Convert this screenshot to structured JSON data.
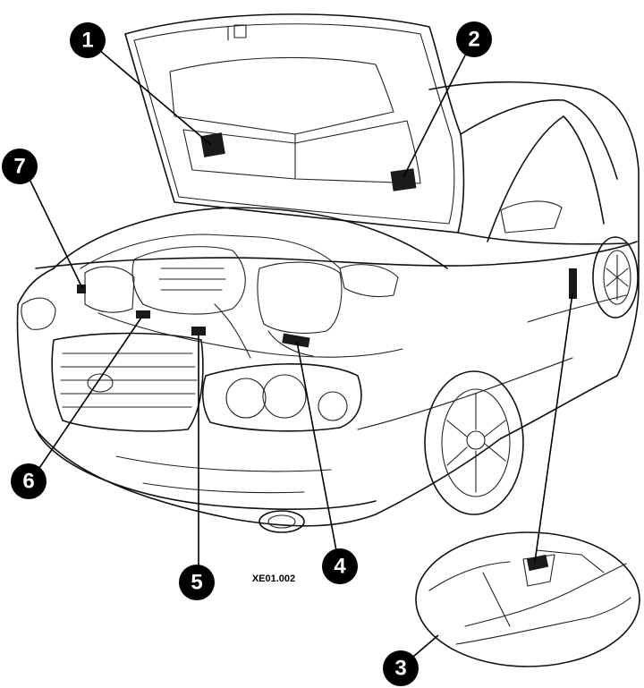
{
  "figure": {
    "code": "XE01.002"
  },
  "callouts": [
    {
      "number": "1"
    },
    {
      "number": "2"
    },
    {
      "number": "3"
    },
    {
      "number": "4"
    },
    {
      "number": "5"
    },
    {
      "number": "6"
    },
    {
      "number": "7"
    }
  ]
}
